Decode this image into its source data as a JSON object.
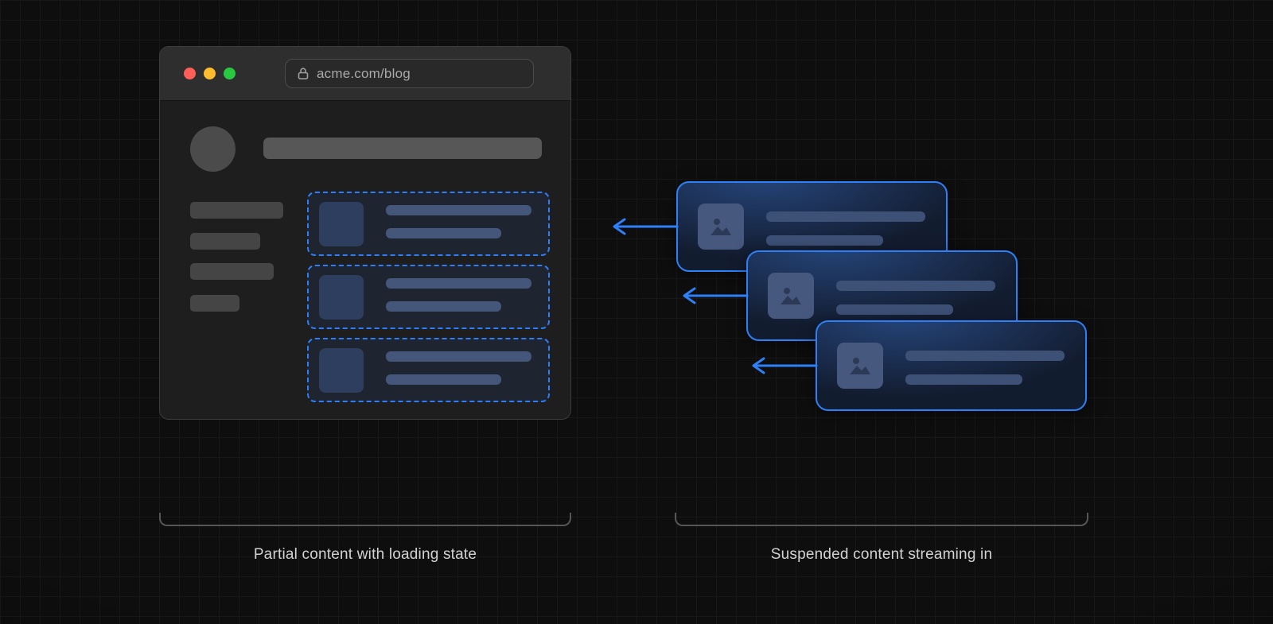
{
  "browser_window": {
    "url_bar": {
      "url": "acme.com/blog"
    }
  },
  "captions": {
    "left": "Partial content with loading state",
    "right": "Suspended content streaming in"
  },
  "colors": {
    "background": "#0e0e0e",
    "accent_blue": "#2e80f8",
    "dashed_placeholder_blue": "#2d7ff9",
    "traffic_red": "#ff5f57",
    "traffic_yellow": "#febc2e",
    "traffic_green": "#28c840",
    "skeleton_gray": "#4b4b4b",
    "skeleton_blue": "#44567a"
  },
  "icons": {
    "lock": "lock-icon",
    "image_placeholder": "image-icon",
    "arrow_left": "arrow-left-icon"
  }
}
